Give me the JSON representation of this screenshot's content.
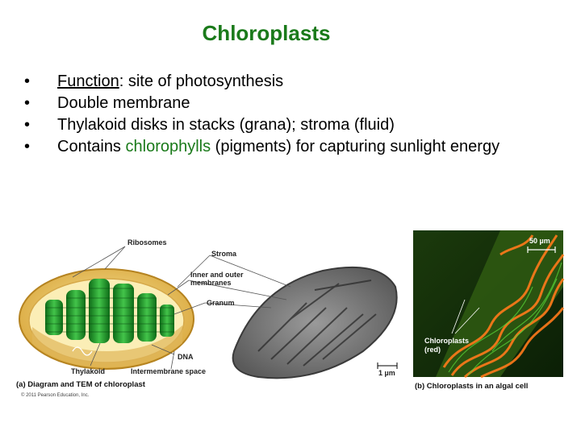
{
  "slide": {
    "title": "Chloroplasts",
    "bullets": [
      {
        "marker": "•",
        "lead": "Function",
        "rest": ": site of photosynthesis"
      },
      {
        "marker": "•",
        "text": "Double membrane"
      },
      {
        "marker": "•",
        "text": "Thylakoid disks in stacks (grana); stroma (fluid)"
      },
      {
        "marker": "•",
        "pre": "Contains ",
        "highlight": "chlorophylls",
        "post": " (pigments) for capturing sunlight energy"
      }
    ]
  },
  "figure": {
    "labels": {
      "ribosomes": "Ribosomes",
      "stroma": "Stroma",
      "inner_outer_1": "Inner and outer",
      "inner_outer_2": "membranes",
      "granum": "Granum",
      "dna": "DNA",
      "thylakoid": "Thylakoid",
      "intermembrane": "Intermembrane space",
      "scale_a": "1 µm",
      "scale_b": "50 µm",
      "chloroplasts_1": "Chloroplasts",
      "chloroplasts_2": "(red)"
    },
    "caption_a": "(a) Diagram and TEM of chloroplast",
    "caption_b": "(b) Chloroplasts in an algal cell",
    "copyright": "© 2011 Pearson Education, Inc."
  }
}
